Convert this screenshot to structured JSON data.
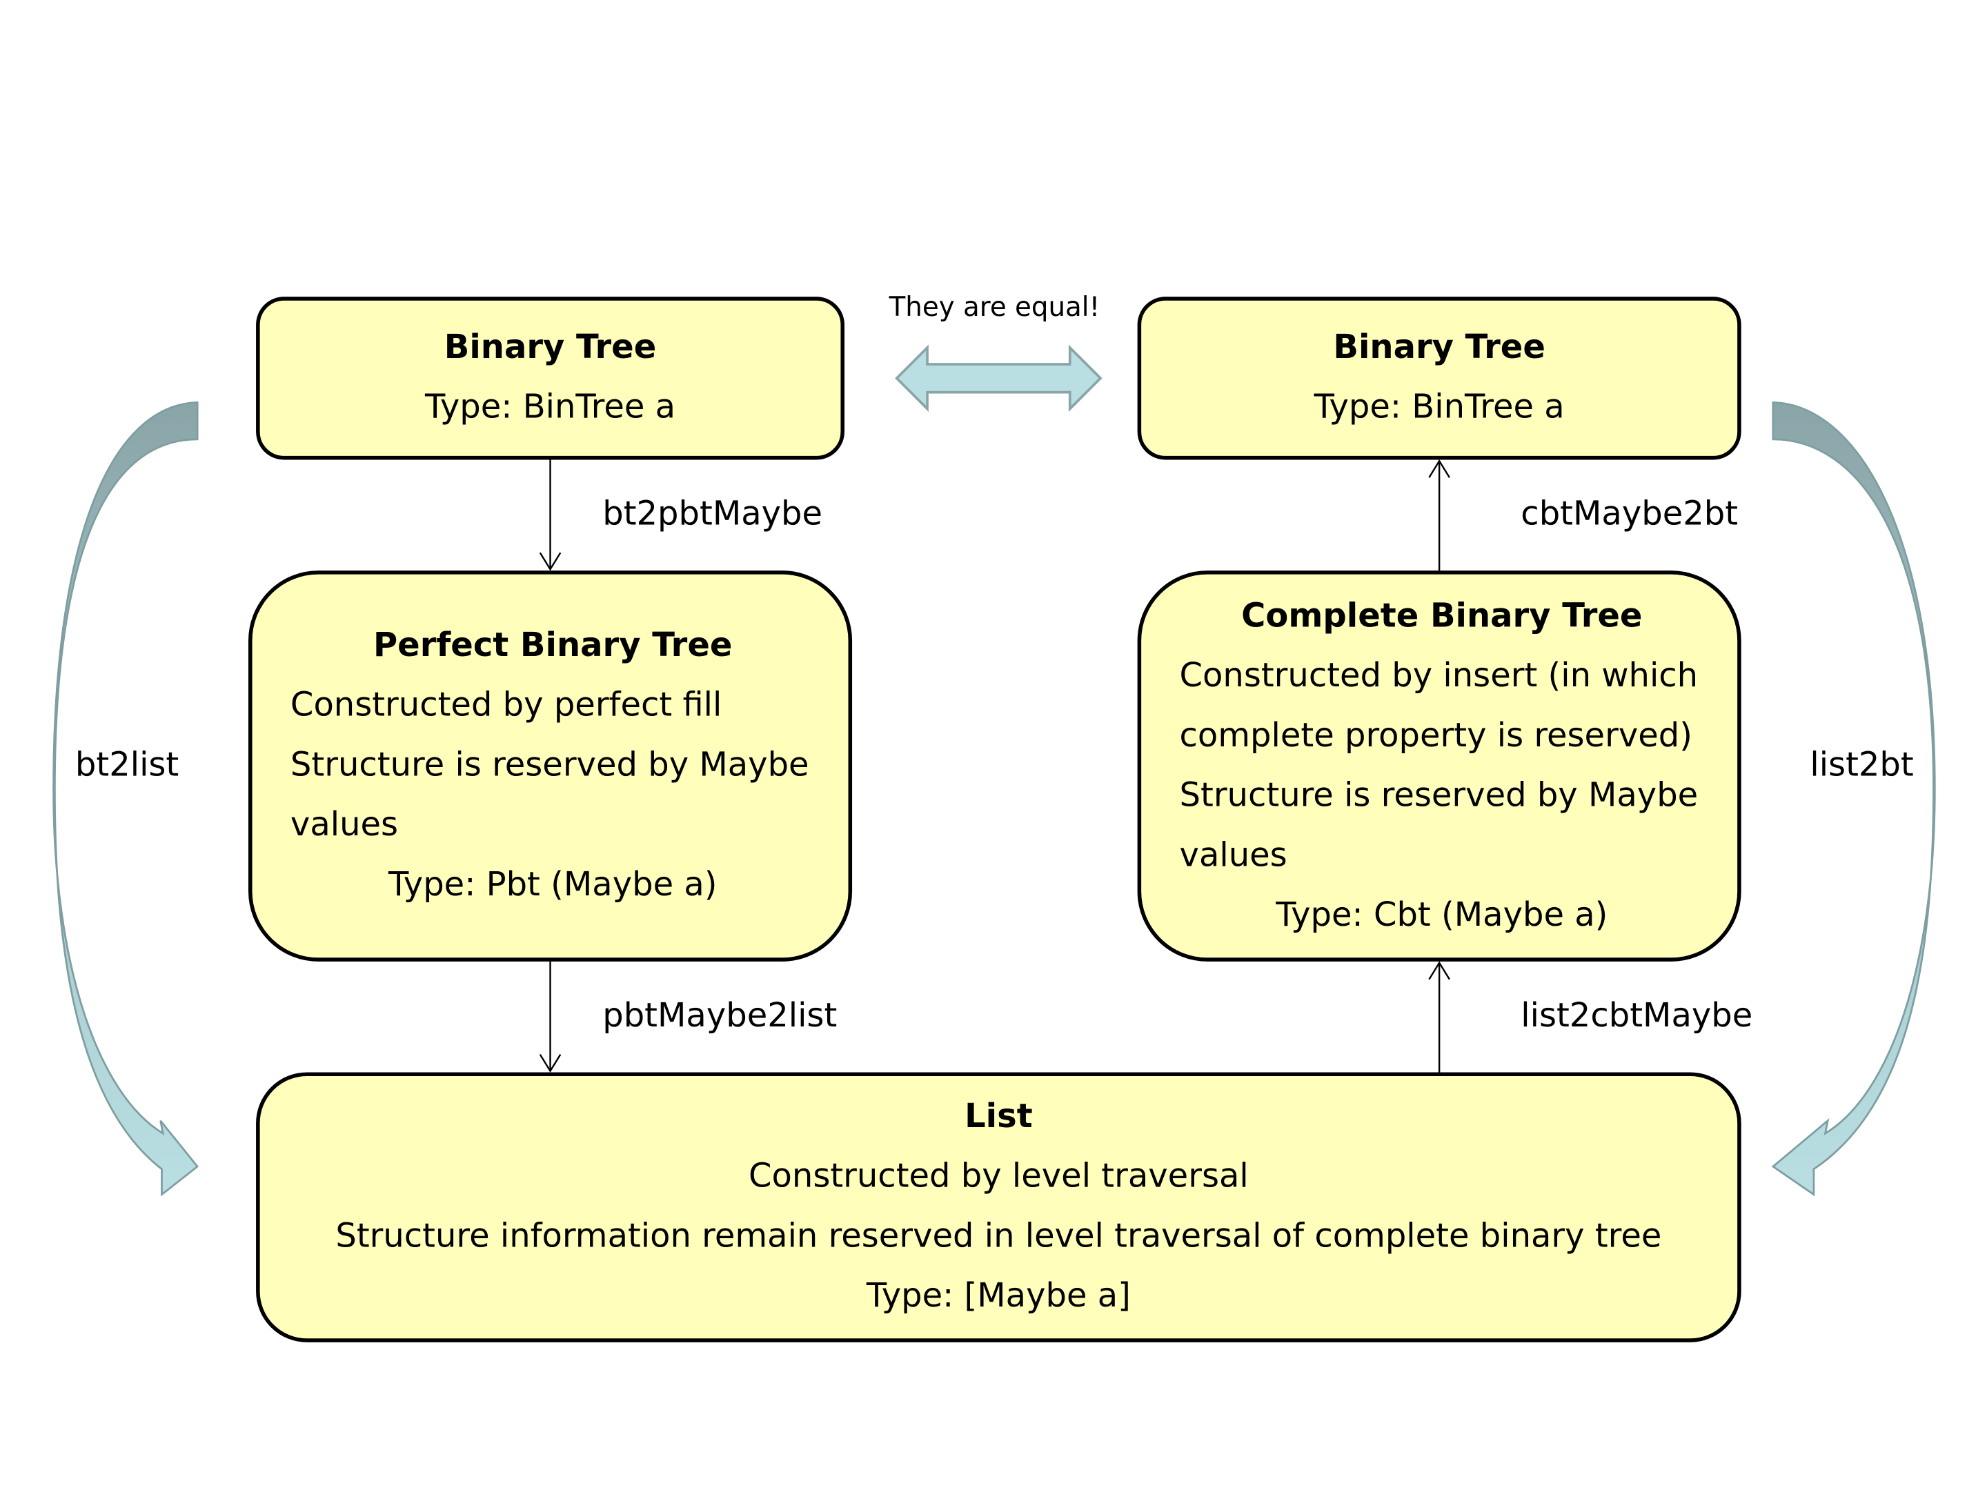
{
  "equal_label": "They are equal!",
  "nodes": {
    "bt_left": {
      "title": "Binary Tree",
      "type": "Type: BinTree a"
    },
    "bt_right": {
      "title": "Binary Tree",
      "type": "Type: BinTree a"
    },
    "pbt": {
      "title": "Perfect Binary Tree",
      "line1": "Constructed by perfect fill",
      "line2": "Structure is reserved by Maybe",
      "line3": "values",
      "type": "Type: Pbt (Maybe a)"
    },
    "cbt": {
      "title": "Complete Binary Tree",
      "line1": "Constructed by insert (in which",
      "line2": "complete property is reserved)",
      "line3": "Structure is reserved by Maybe",
      "line4": "values",
      "type": "Type: Cbt (Maybe a)"
    },
    "list": {
      "title": "List",
      "line1": "Constructed by level traversal",
      "line2": "Structure information remain reserved in level traversal of complete binary tree",
      "type": "Type: [Maybe a]"
    }
  },
  "edges": {
    "bt2pbtMaybe": "bt2pbtMaybe",
    "pbtMaybe2list": "pbtMaybe2list",
    "cbtMaybe2bt": "cbtMaybe2bt",
    "list2cbtMaybe": "list2cbtMaybe",
    "bt2list": "bt2list",
    "list2bt": "list2bt"
  },
  "colors": {
    "box_fill": "#ffffbb",
    "arrow_light": "#b9dfe3",
    "arrow_dark": "#8aa5a8"
  }
}
